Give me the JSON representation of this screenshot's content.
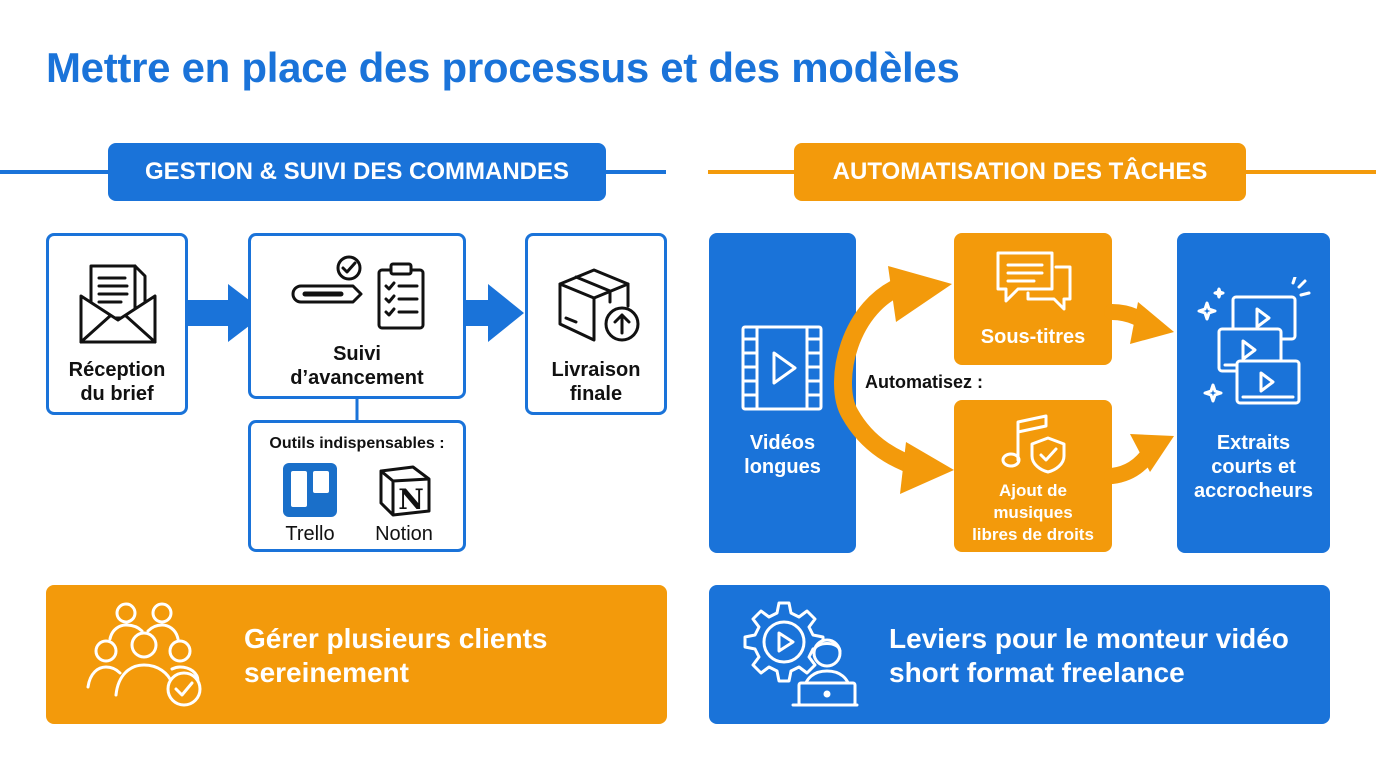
{
  "title": "Mettre en place des processus et des modèles",
  "left_section": {
    "header": "GESTION & SUIVI DES COMMANDES",
    "steps": [
      {
        "line1": "Réception",
        "line2": "du brief"
      },
      {
        "line1": "Suivi",
        "line2": "d’avancement"
      },
      {
        "line1": "Livraison",
        "line2": "finale"
      }
    ],
    "tools": {
      "heading": "Outils indispensables :",
      "items": [
        "Trello",
        "Notion"
      ]
    }
  },
  "right_section": {
    "header": "AUTOMATISATION DES TÂCHES",
    "input": {
      "line1": "Vidéos",
      "line2": "longues"
    },
    "automate_label": "Automatisez :",
    "tasks": [
      {
        "lines": [
          "Sous-titres"
        ]
      },
      {
        "lines": [
          "Ajout de",
          "musiques",
          "libres de droits"
        ]
      }
    ],
    "output": {
      "lines": [
        "Extraits",
        "courts et",
        "accrocheurs"
      ]
    }
  },
  "banners": {
    "left": {
      "line1": "Gérer plusieurs clients",
      "line2": "sereinement"
    },
    "right": {
      "line1": "Leviers pour le monteur vidéo",
      "line2": "short format freelance"
    }
  },
  "colors": {
    "blue": "#1a73d9",
    "orange": "#f39a0b"
  }
}
